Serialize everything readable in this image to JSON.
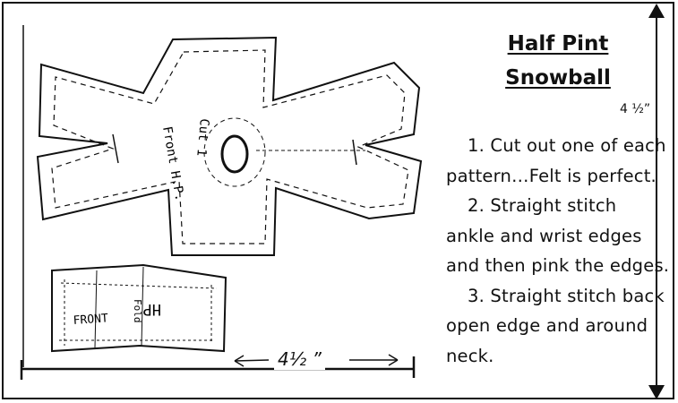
{
  "title": {
    "line1": "Half Pint",
    "line2": "Snowball"
  },
  "dimensions": {
    "height_label": "4 ½”",
    "width_label": "4½ ”"
  },
  "instructions": [
    "1.  Cut out one of each pattern…Felt is perfect.",
    "2. Straight stitch ankle and wrist edges and then pink the edges.",
    "3. Straight stitch back open edge and around neck."
  ],
  "pattern_labels": {
    "body_front": "Front H.P.",
    "neck_cut": "Cut 1",
    "strip_front": "FRONT",
    "strip_hp": "HP",
    "strip_label": "Fold"
  }
}
